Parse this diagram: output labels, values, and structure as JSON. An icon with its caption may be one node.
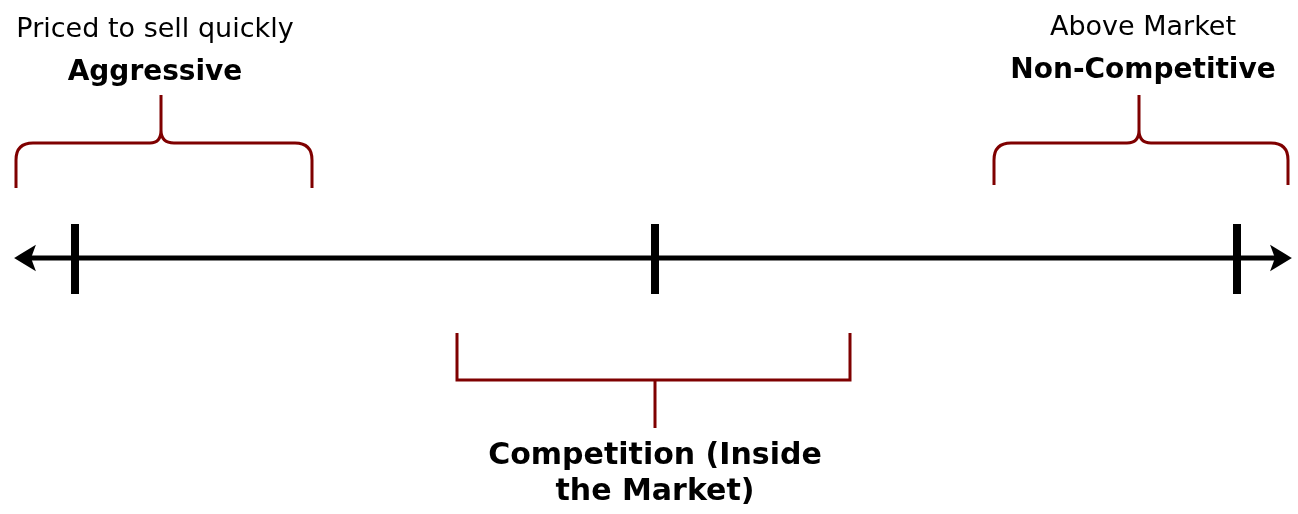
{
  "diagram": {
    "labels": [
      "Priced to sell quickly",
      "Aggressive",
      "Above Market",
      "Non-Competitive",
      "Competition (Inside the Market)"
    ]
  }
}
